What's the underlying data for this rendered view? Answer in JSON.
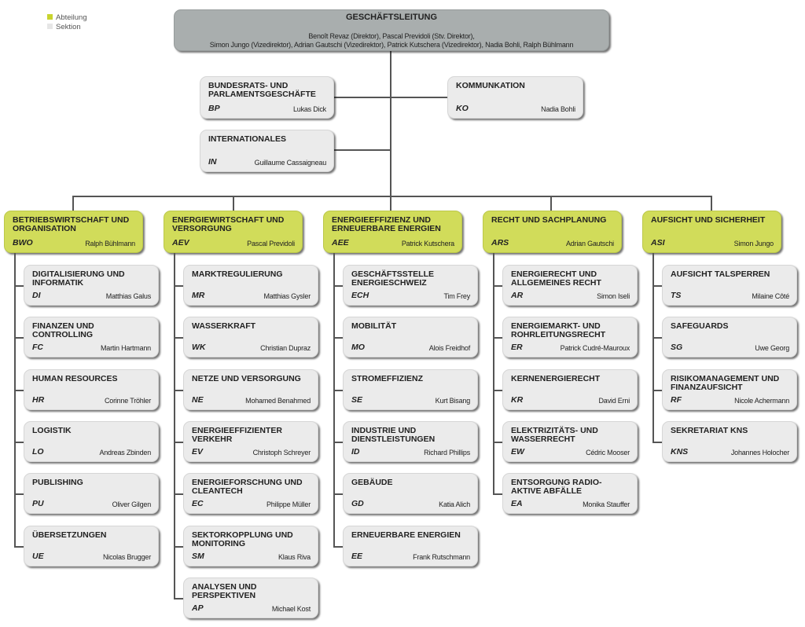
{
  "legend": [
    {
      "label": "Abteilung",
      "color": "#c8d42e"
    },
    {
      "label": "Sektion",
      "color": "#e6e6e6"
    }
  ],
  "head": {
    "title": "GESCHÄFTSLEITUNG",
    "line1": "Benoît Revaz (Direktor), Pascal Previdoli (Stv. Direktor),",
    "line2": "Simon Jungo (Vizedirektor), Adrian Gautschi (Vizedirektor), Patrick Kutschera (Vizedirektor), Nadia Bohli, Ralph Bühlmann"
  },
  "staff": [
    {
      "title": "BUNDESRATS- UND PARLAMENTSGESCHÄFTE",
      "code": "BP",
      "person": "Lukas Dick"
    },
    {
      "title": "INTERNATIONALES",
      "code": "IN",
      "person": "Guillaume Cassaigneau"
    },
    {
      "title": "KOMMUNKATION",
      "code": "KO",
      "person": "Nadia Bohli"
    }
  ],
  "departments": [
    {
      "title": "BETRIEBSWIRTSCHAFT UND ORGANISATION",
      "code": "BWO",
      "person": "Ralph Bühlmann",
      "sections": [
        {
          "title": "DIGITALISIERUNG UND INFORMATIK",
          "code": "DI",
          "person": "Matthias Galus"
        },
        {
          "title": "FINANZEN UND CONTROLLING",
          "code": "FC",
          "person": "Martin Hartmann"
        },
        {
          "title": "HUMAN RESOURCES",
          "code": "HR",
          "person": "Corinne Tröhler"
        },
        {
          "title": "LOGISTIK",
          "code": "LO",
          "person": "Andreas Zbinden"
        },
        {
          "title": "PUBLISHING",
          "code": "PU",
          "person": "Oliver Gilgen"
        },
        {
          "title": "ÜBERSETZUNGEN",
          "code": "UE",
          "person": "Nicolas Brugger"
        }
      ]
    },
    {
      "title": "ENERGIEWIRTSCHAFT UND VERSORGUNG",
      "code": "AEV",
      "person": "Pascal Previdoli",
      "sections": [
        {
          "title": "MARKTREGULIERUNG",
          "code": "MR",
          "person": "Matthias Gysler"
        },
        {
          "title": "WASSERKRAFT",
          "code": "WK",
          "person": "Christian Dupraz"
        },
        {
          "title": "NETZE UND VERSORGUNG",
          "code": "NE",
          "person": "Mohamed Benahmed"
        },
        {
          "title": "ENERGIEEFFIZIENTER VERKEHR",
          "code": "EV",
          "person": "Christoph Schreyer"
        },
        {
          "title": "ENERGIEFORSCHUNG UND CLEANTECH",
          "code": "EC",
          "person": "Philippe Müller"
        },
        {
          "title": "SEKTORKOPPLUNG UND MONITORING",
          "code": "SM",
          "person": "Klaus Riva"
        },
        {
          "title": "ANALYSEN UND PERSPEKTIVEN",
          "code": "AP",
          "person": "Michael Kost"
        }
      ]
    },
    {
      "title": "ENERGIEEFFIZIENZ UND ERNEUERBARE ENERGIEN",
      "code": "AEE",
      "person": "Patrick Kutschera",
      "sections": [
        {
          "title": "GESCHÄFTSSTELLE ENERGIESCHWEIZ",
          "code": "ECH",
          "person": "Tim Frey"
        },
        {
          "title": "MOBILITÄT",
          "code": "MO",
          "person": "Alois Freidhof"
        },
        {
          "title": "STROMEFFIZIENZ",
          "code": "SE",
          "person": "Kurt Bisang"
        },
        {
          "title": "INDUSTRIE UND DIENSTLEISTUNGEN",
          "code": "ID",
          "person": "Richard Phillips"
        },
        {
          "title": "GEBÄUDE",
          "code": "GD",
          "person": "Katia Alich"
        },
        {
          "title": "ERNEUERBARE ENERGIEN",
          "code": "EE",
          "person": "Frank Rutschmann"
        }
      ]
    },
    {
      "title": "RECHT UND SACHPLANUNG",
      "code": "ARS",
      "person": "Adrian Gautschi",
      "sections": [
        {
          "title": "ENERGIERECHT UND ALLGEMEINES RECHT",
          "code": "AR",
          "person": "Simon Iseli"
        },
        {
          "title": "ENERGIEMARKT- UND ROHRLEITUNGSRECHT",
          "code": "ER",
          "person": "Patrick Cudré-Mauroux"
        },
        {
          "title": "KERNENERGIERECHT",
          "code": "KR",
          "person": "David Erni"
        },
        {
          "title": "ELEKTRIZITÄTS- UND WASSERRECHT",
          "code": "EW",
          "person": "Cédric Mooser"
        },
        {
          "title": "ENTSORGUNG RADIO-AKTIVE ABFÄLLE",
          "code": "EA",
          "person": "Monika Stauffer"
        }
      ]
    },
    {
      "title": "AUFSICHT UND SICHERHEIT",
      "code": "ASI",
      "person": "Simon Jungo",
      "sections": [
        {
          "title": "AUFSICHT TALSPERREN",
          "code": "TS",
          "person": "Milaine Côté"
        },
        {
          "title": "SAFEGUARDS",
          "code": "SG",
          "person": "Uwe Georg"
        },
        {
          "title": "RISIKOMANAGEMENT UND FINANZAUFSICHT",
          "code": "RF",
          "person": "Nicole Achermann"
        },
        {
          "title": "SEKRETARIAT KNS",
          "code": "KNS",
          "person": "Johannes Holocher"
        }
      ]
    }
  ]
}
